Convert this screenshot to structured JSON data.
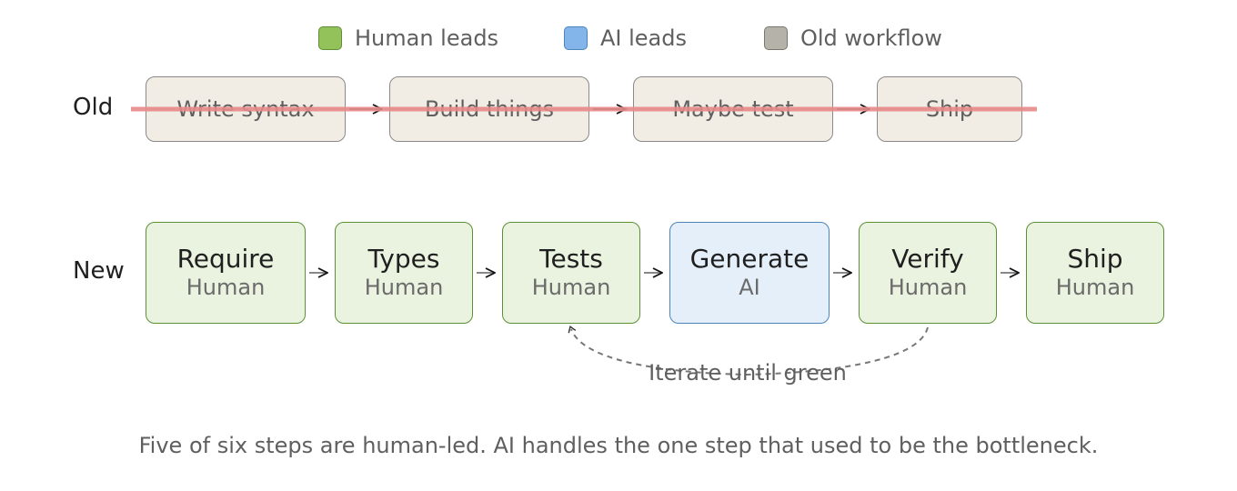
{
  "legend": [
    {
      "label": "Human leads",
      "fill": "#93c15a",
      "stroke": "#5e8f35"
    },
    {
      "label": "AI leads",
      "fill": "#84b5ea",
      "stroke": "#4f84b8"
    },
    {
      "label": "Old workflow",
      "fill": "#b5b2a9",
      "stroke": "#7a776e"
    }
  ],
  "old_row": {
    "label": "Old",
    "steps": [
      "Write syntax",
      "Build things",
      "Maybe test",
      "Ship"
    ],
    "strike_color": "#e88a8a"
  },
  "new_row": {
    "label": "New",
    "steps": [
      {
        "title": "Require",
        "role": "Human",
        "lead": "human"
      },
      {
        "title": "Types",
        "role": "Human",
        "lead": "human"
      },
      {
        "title": "Tests",
        "role": "Human",
        "lead": "human"
      },
      {
        "title": "Generate",
        "role": "AI",
        "lead": "ai"
      },
      {
        "title": "Verify",
        "role": "Human",
        "lead": "human"
      },
      {
        "title": "Ship",
        "role": "Human",
        "lead": "human"
      }
    ]
  },
  "loop_label": "Iterate until green",
  "caption": "Five of six steps are human-led. AI handles the one step that used to be the bottleneck."
}
